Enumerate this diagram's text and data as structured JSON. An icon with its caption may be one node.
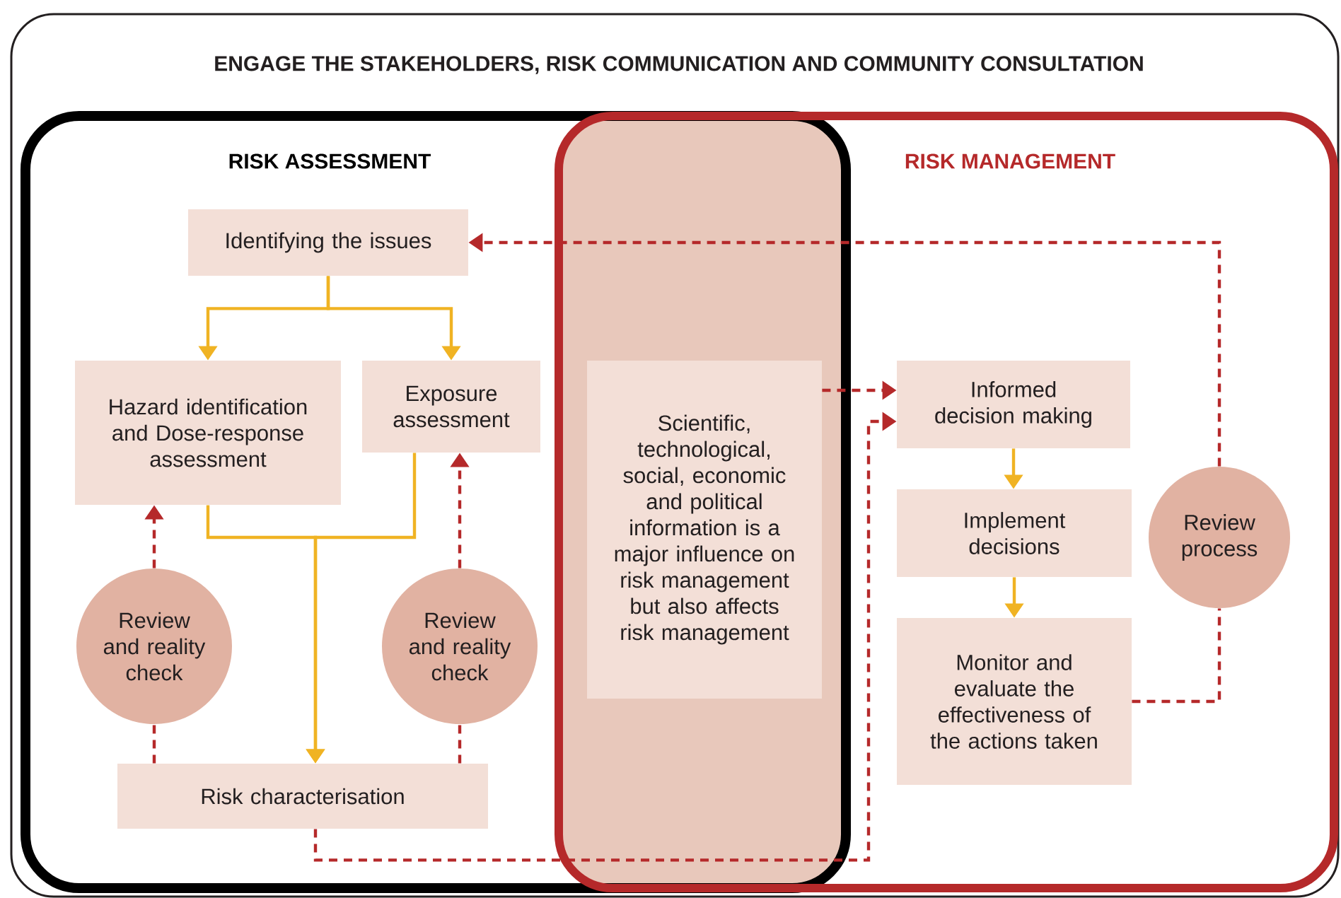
{
  "diagram": {
    "nodes": [
      {
        "text": [
          "ENGAGE THE STAKEHOLDERS, RISK COMMUNICATION AND COMMUNITY CONSULTATION"
        ]
      },
      {
        "text": [
          "RISK ASSESSMENT"
        ],
        "in": 0
      },
      {
        "text": [
          "RISK MANAGEMENT"
        ],
        "in": 0
      },
      {
        "text": [
          "Scientific, technological, social, economic and political information is a major influence on risk management but also affects risk management"
        ]
      },
      {
        "text": [
          "Identifying the issues"
        ],
        "in": 1
      },
      {
        "text": [
          "Hazard identification and Dose-response assessment"
        ],
        "in": 1
      },
      {
        "text": [
          "Exposure assessment"
        ],
        "in": 1
      },
      {
        "text": [
          "Review and reality check"
        ],
        "in": 1
      },
      {
        "text": [
          "Review and reality check"
        ],
        "in": 1
      },
      {
        "text": [
          "Risk characterisation"
        ],
        "in": 1
      },
      {
        "text": [
          "Informed decision making"
        ],
        "in": 2
      },
      {
        "text": [
          "Implement decisions"
        ],
        "in": 2
      },
      {
        "text": [
          "Monitor and evaluate the effectiveness of the actions taken"
        ],
        "in": 2
      },
      {
        "text": [
          "Review process"
        ],
        "in": 2
      }
    ],
    "edges": [
      {
        "from": 4,
        "to": 5,
        "arrow": "to",
        "color": "#f0b323"
      },
      {
        "from": 4,
        "to": 6,
        "arrow": "to",
        "color": "#f0b323"
      },
      {
        "from": 5,
        "to": 9,
        "arrow": "to",
        "color": "#f0b323"
      },
      {
        "from": 6,
        "to": 9,
        "arrow": "to",
        "color": "#f0b323"
      },
      {
        "from": 9,
        "to": 7,
        "arrow": "none",
        "style": "dashed"
      },
      {
        "from": 7,
        "to": 5,
        "arrow": "to",
        "style": "dashed"
      },
      {
        "from": 9,
        "to": 8,
        "arrow": "none",
        "style": "dashed"
      },
      {
        "from": 8,
        "to": 6,
        "arrow": "to",
        "style": "dashed"
      },
      {
        "from": 3,
        "to": 10,
        "arrow": "to",
        "style": "dashed"
      },
      {
        "from": 9,
        "to": 10,
        "arrow": "to",
        "style": "dashed"
      },
      {
        "from": 10,
        "to": 11,
        "arrow": "to",
        "color": "#f0b323"
      },
      {
        "from": 11,
        "to": 12,
        "arrow": "to",
        "color": "#f0b323"
      },
      {
        "from": 12,
        "to": 13,
        "arrow": "none",
        "style": "dashed"
      },
      {
        "from": 13,
        "to": 4,
        "arrow": "to",
        "style": "dashed"
      }
    ]
  }
}
